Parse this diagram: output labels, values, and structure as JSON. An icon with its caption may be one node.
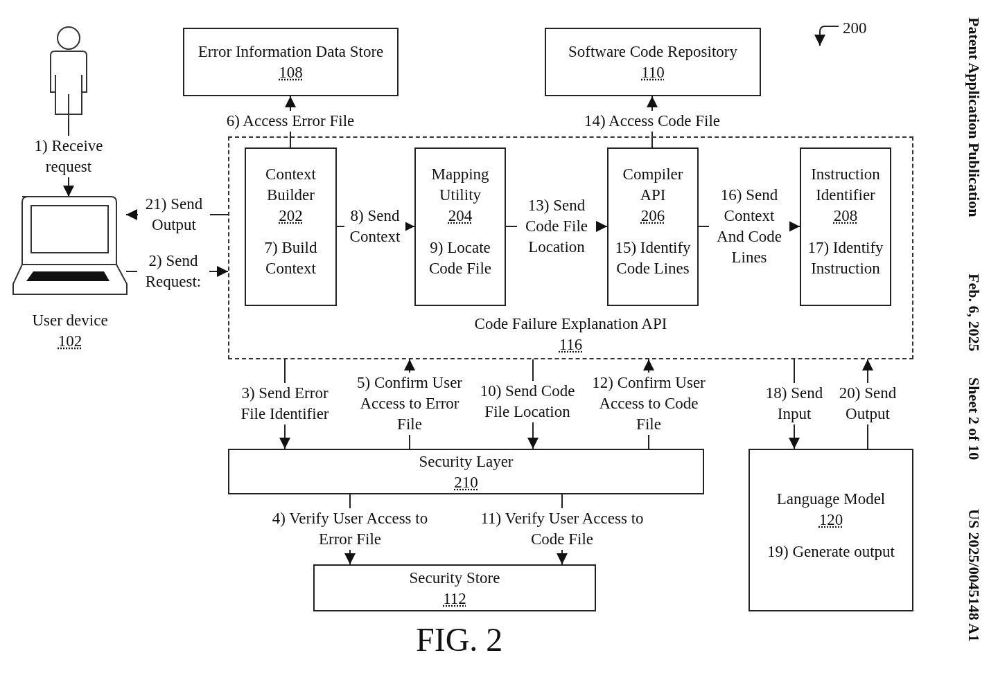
{
  "diagram": {
    "caption": "FIG. 2",
    "nodes": [
      {
        "text": [],
        "shape": "person"
      },
      {
        "text": [
          "User device",
          "102"
        ]
      },
      {
        "text": [
          "Error Information Data Store",
          "108"
        ]
      },
      {
        "text": [
          "Software Code Repository",
          "110"
        ]
      },
      {
        "text": [
          "Code Failure Explanation API",
          "116"
        ]
      },
      {
        "text": [
          "Context Builder",
          "202",
          "7) Build Context"
        ],
        "in": 4
      },
      {
        "text": [
          "Mapping Utility",
          "204",
          "9) Locate Code File"
        ],
        "in": 4
      },
      {
        "text": [
          "Compiler API",
          "206",
          "15) Identify Code Lines"
        ],
        "in": 4
      },
      {
        "text": [
          "Instruction Identifier",
          "208",
          "17) Identify Instruction"
        ],
        "in": 4
      },
      {
        "text": [
          "Security Layer",
          "210"
        ]
      },
      {
        "text": [
          "Language Model",
          "120",
          "19) Generate output"
        ]
      },
      {
        "text": [
          "Security Store",
          "112"
        ]
      }
    ],
    "edges": [
      {
        "from": 0,
        "to": 1,
        "arrow": "to",
        "label": "1) Receive request"
      },
      {
        "from": 4,
        "to": 1,
        "arrow": "to",
        "label": "21) Send Output"
      },
      {
        "from": 1,
        "to": 4,
        "arrow": "to",
        "label": "2) Send Request:"
      },
      {
        "from": 5,
        "to": 2,
        "arrow": "to",
        "label": "6) Access Error File"
      },
      {
        "from": 5,
        "to": 6,
        "arrow": "to",
        "label": "8) Send Context"
      },
      {
        "from": 6,
        "to": 7,
        "arrow": "to",
        "label": "13) Send Code File Location"
      },
      {
        "from": 7,
        "to": 3,
        "arrow": "to",
        "label": "14) Access Code File"
      },
      {
        "from": 7,
        "to": 8,
        "arrow": "to",
        "label": "16) Send Context And Code Lines"
      },
      {
        "from": 4,
        "to": 9,
        "arrow": "to",
        "label": "3) Send Error File Identifier"
      },
      {
        "from": 9,
        "to": 4,
        "arrow": "to",
        "label": "5) Confirm User Access to Error File"
      },
      {
        "from": 4,
        "to": 9,
        "arrow": "to",
        "label": "10) Send Code File Location"
      },
      {
        "from": 9,
        "to": 4,
        "arrow": "to",
        "label": "12) Confirm User Access to Code File"
      },
      {
        "from": 4,
        "to": 10,
        "arrow": "to",
        "label": "18) Send Input"
      },
      {
        "from": 10,
        "to": 4,
        "arrow": "to",
        "label": "20) Send Output"
      },
      {
        "from": 9,
        "to": 11,
        "arrow": "to",
        "label": "4) Verify User Access to Error File"
      },
      {
        "from": 9,
        "to": 11,
        "arrow": "to",
        "label": "11) Verify User Access to Code File"
      }
    ],
    "labels": [
      "200",
      "Patent Application Publication",
      "Feb. 6, 2025",
      "Sheet 2 of 10",
      "US 2025/0045148 A1"
    ]
  }
}
